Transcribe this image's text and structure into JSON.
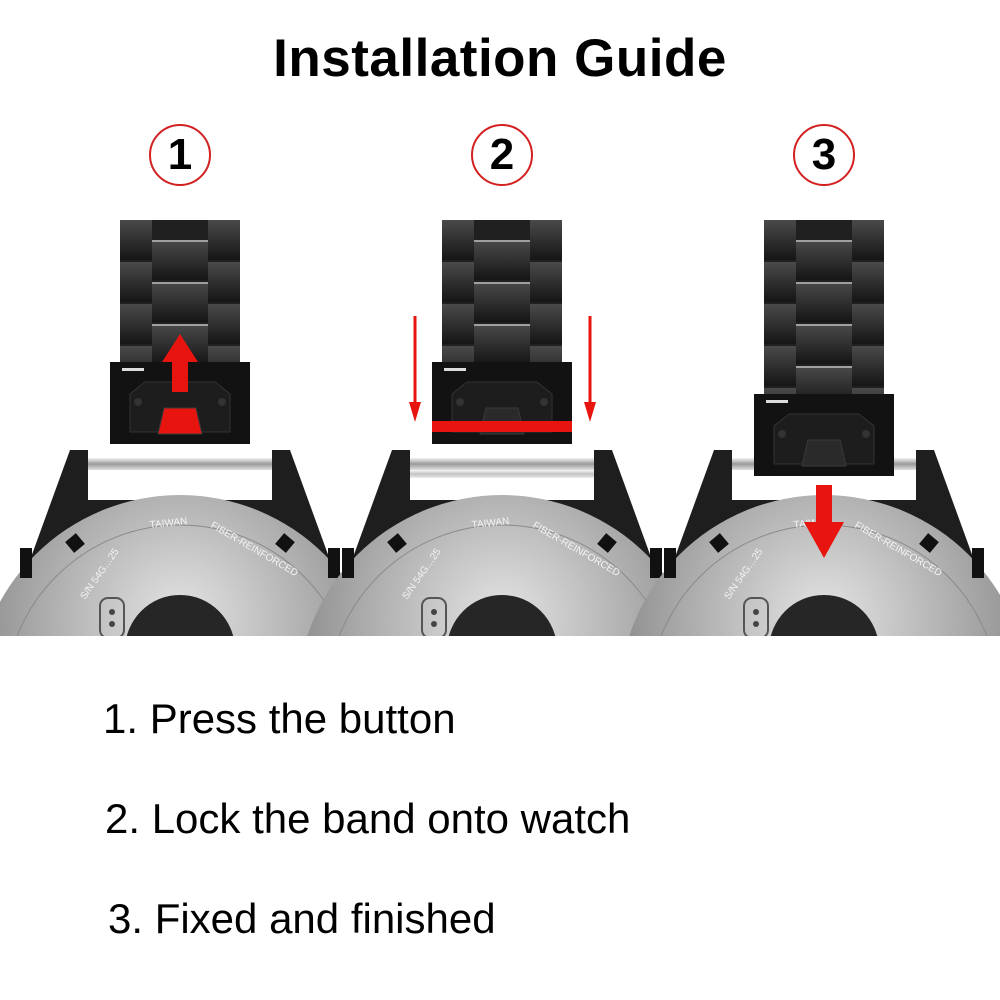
{
  "title": "Installation Guide",
  "steps": [
    {
      "number": "1",
      "text": "1. Press the button"
    },
    {
      "number": "2",
      "text": "2. Lock the band onto watch"
    },
    {
      "number": "3",
      "text": "3. Fixed and finished"
    }
  ],
  "watch_engraving": {
    "left": "S/N 54G…25",
    "middle": "TAIWAN",
    "right": "FIBER-REINFORCED"
  },
  "colors": {
    "accent_red": "#e8140f",
    "badge_border": "#d32020",
    "band": "#1c1c1c",
    "steel": "#b9b9b9"
  }
}
